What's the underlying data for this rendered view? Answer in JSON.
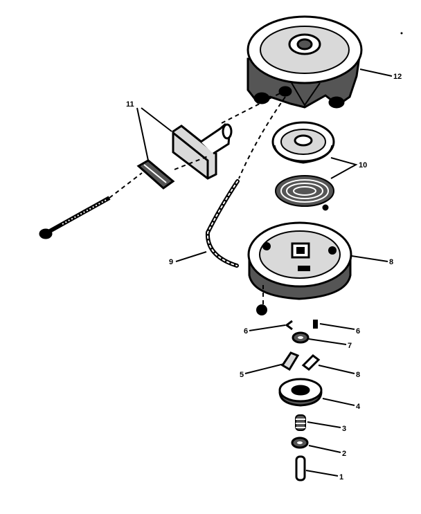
{
  "diagram": {
    "colors": {
      "ink": "#000000",
      "paper": "#ffffff",
      "mid": "#d9d9d9",
      "dark": "#555555"
    },
    "callouts": {
      "c1": "1",
      "c2": "2",
      "c3": "3",
      "c4": "4",
      "c5": "5",
      "c6a": "6",
      "c6b": "6",
      "c7": "7",
      "c8": "8",
      "c9": "9",
      "c10": "10",
      "c11": "11",
      "c12": "12"
    }
  }
}
